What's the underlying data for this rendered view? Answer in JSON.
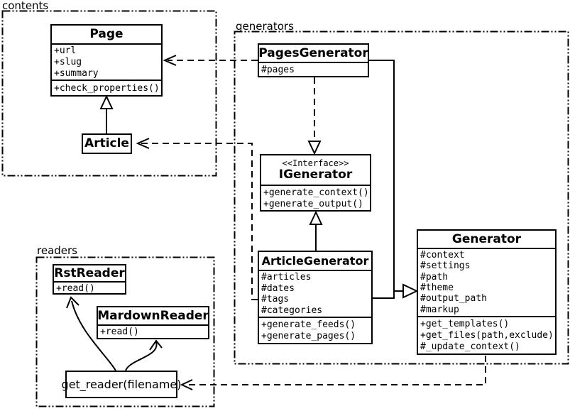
{
  "packages": {
    "contents": {
      "name": "contents"
    },
    "generators": {
      "name": "generators"
    },
    "readers": {
      "name": "readers"
    }
  },
  "classes": {
    "page": {
      "title": "Page",
      "attributes": [
        "+url",
        "+slug",
        "+summary"
      ],
      "methods": [
        "+check_properties()"
      ]
    },
    "article": {
      "title": "Article"
    },
    "pages_generator": {
      "title": "PagesGenerator",
      "attributes": [
        "#pages"
      ]
    },
    "igenerator": {
      "stereotype": "<<Interface>>",
      "title": "IGenerator",
      "methods": [
        "+generate_context()",
        "+generate_output()"
      ]
    },
    "article_generator": {
      "title": "ArticleGenerator",
      "attributes": [
        "#articles",
        "#dates",
        "#tags",
        "#categories"
      ],
      "methods": [
        "+generate_feeds()",
        "+generate_pages()"
      ]
    },
    "generator": {
      "title": "Generator",
      "attributes": [
        "#context",
        "#settings",
        "#path",
        "#theme",
        "#output_path",
        "#markup"
      ],
      "methods": [
        "+get_templates()",
        "+get_files(path,exclude)",
        "#_update_context()"
      ]
    },
    "rst_reader": {
      "title": "RstReader",
      "methods": [
        "+read()"
      ]
    },
    "mardown_reader": {
      "title": "MardownReader",
      "methods": [
        "+read()"
      ]
    },
    "get_reader": {
      "title": "get_reader(filename)"
    }
  },
  "colors": {
    "stroke": "#000000",
    "background": "#ffffff"
  }
}
